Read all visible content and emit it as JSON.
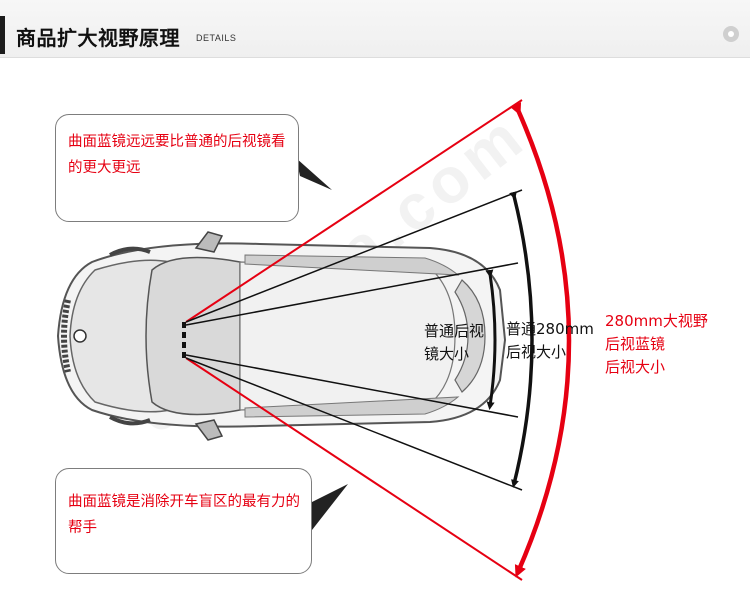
{
  "header": {
    "title": "商品扩大视野原理",
    "subtitle": "DETAILS",
    "icon": "gear-circle-icon"
  },
  "callouts": {
    "top": "曲面蓝镜远远要比普通的后视镜看的更大更远",
    "bottom": "曲面蓝镜是消除开车盲区的最有力的帮手"
  },
  "labels": {
    "normal_mirror": "普通后视\n镜大小",
    "normal_280": "普通280mm\n后视大小",
    "wide_280": "280mm大视野\n后视蓝镜\n后视大小"
  },
  "watermark": "chebaba.com",
  "colors": {
    "accent_red": "#e60012",
    "dark": "#111111"
  }
}
